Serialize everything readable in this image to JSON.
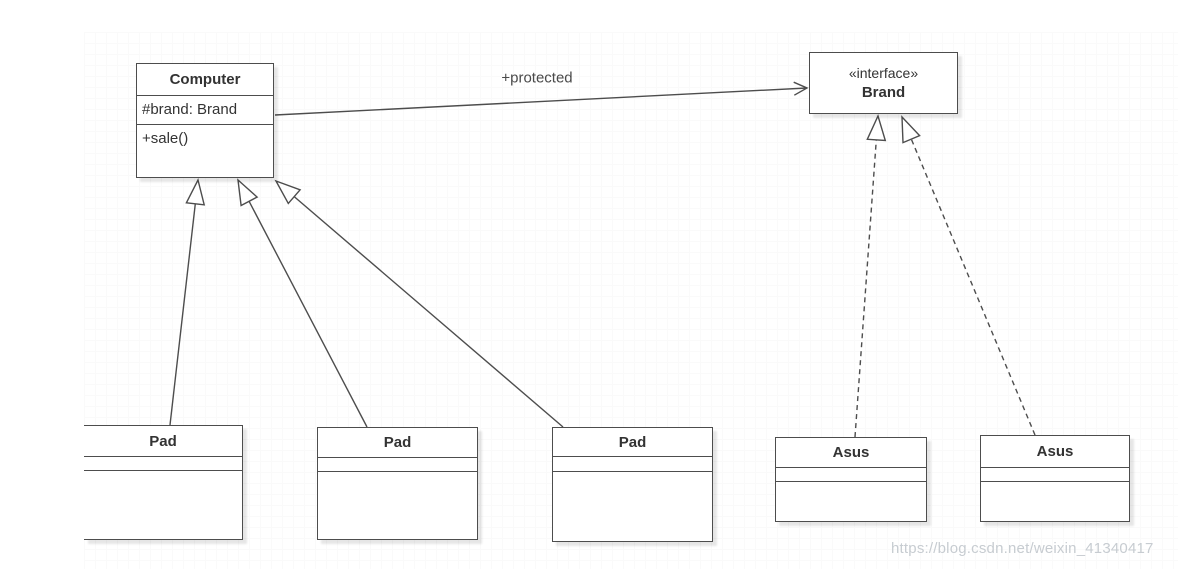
{
  "classes": {
    "computer": {
      "title": "Computer",
      "attribute": "#brand: Brand",
      "method": "+sale()"
    },
    "brand": {
      "stereotype": "«interface»",
      "title": "Brand"
    },
    "pad1": {
      "title": "Pad"
    },
    "pad2": {
      "title": "Pad"
    },
    "pad3": {
      "title": "Pad"
    },
    "asus1": {
      "title": "Asus"
    },
    "asus2": {
      "title": "Asus"
    }
  },
  "labels": {
    "association": "+protected"
  },
  "watermark": {
    "text": "https://blog.csdn.net/weixin_41340417"
  },
  "colors": {
    "stroke": "#4d4d4d",
    "text": "#333333",
    "watermark": "#c7ccd1",
    "grid_major": "#eff1f2",
    "grid_minor": "#fafafa"
  }
}
